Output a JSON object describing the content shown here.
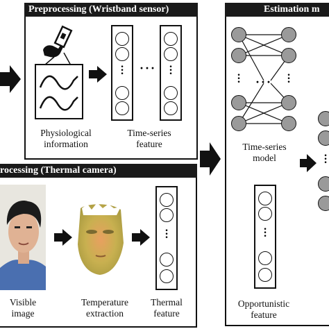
{
  "wristband": {
    "title": "Preprocessing (Wristband sensor)",
    "signal_label": [
      "Physiological",
      "information"
    ],
    "feature_label": [
      "Time-series",
      "feature"
    ]
  },
  "thermal": {
    "title": "rocessing (Thermal camera)",
    "visible_label": [
      "Visible",
      "image"
    ],
    "temperature_label": [
      "Temperature",
      "extraction"
    ],
    "feature_label": [
      "Thermal",
      "feature"
    ]
  },
  "estimation": {
    "title": "Estimation m",
    "model_label": [
      "Time-series",
      "model"
    ],
    "opportunistic_label": [
      "Opportunistic",
      "feature"
    ]
  },
  "colors": {
    "header": "#1a1a1a",
    "node_gray": "#9a9a9a",
    "arrow": "#111111"
  }
}
